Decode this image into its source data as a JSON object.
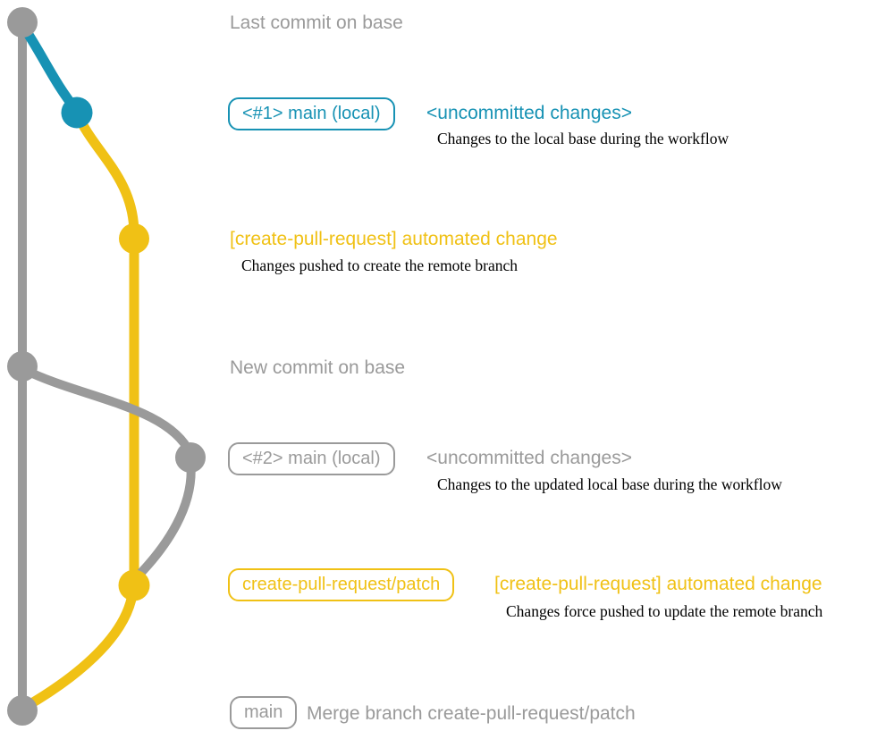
{
  "colors": {
    "gray": "#9a9a9a",
    "teal": "#1792b4",
    "yellow": "#f0c115",
    "ink": "#000000",
    "background": "#ffffff"
  },
  "diagram": {
    "last_commit_label": "Last commit on base",
    "new_commit_label": "New commit on base",
    "row1": {
      "branch_badge": "<#1> main (local)",
      "commit_title": "<uncommitted changes>",
      "description": "Changes to the local base during the workflow"
    },
    "row2": {
      "commit_title": "[create-pull-request] automated change",
      "description": "Changes pushed to create the remote branch"
    },
    "row3": {
      "branch_badge": "<#2> main (local)",
      "commit_title": "<uncommitted changes>",
      "description": "Changes to the updated local base during the workflow"
    },
    "row4": {
      "branch_badge": "create-pull-request/patch",
      "commit_title": "[create-pull-request] automated change",
      "description": "Changes force pushed to update the remote branch"
    },
    "row5": {
      "branch_badge": "main",
      "commit_title": "Merge branch create-pull-request/patch"
    }
  }
}
